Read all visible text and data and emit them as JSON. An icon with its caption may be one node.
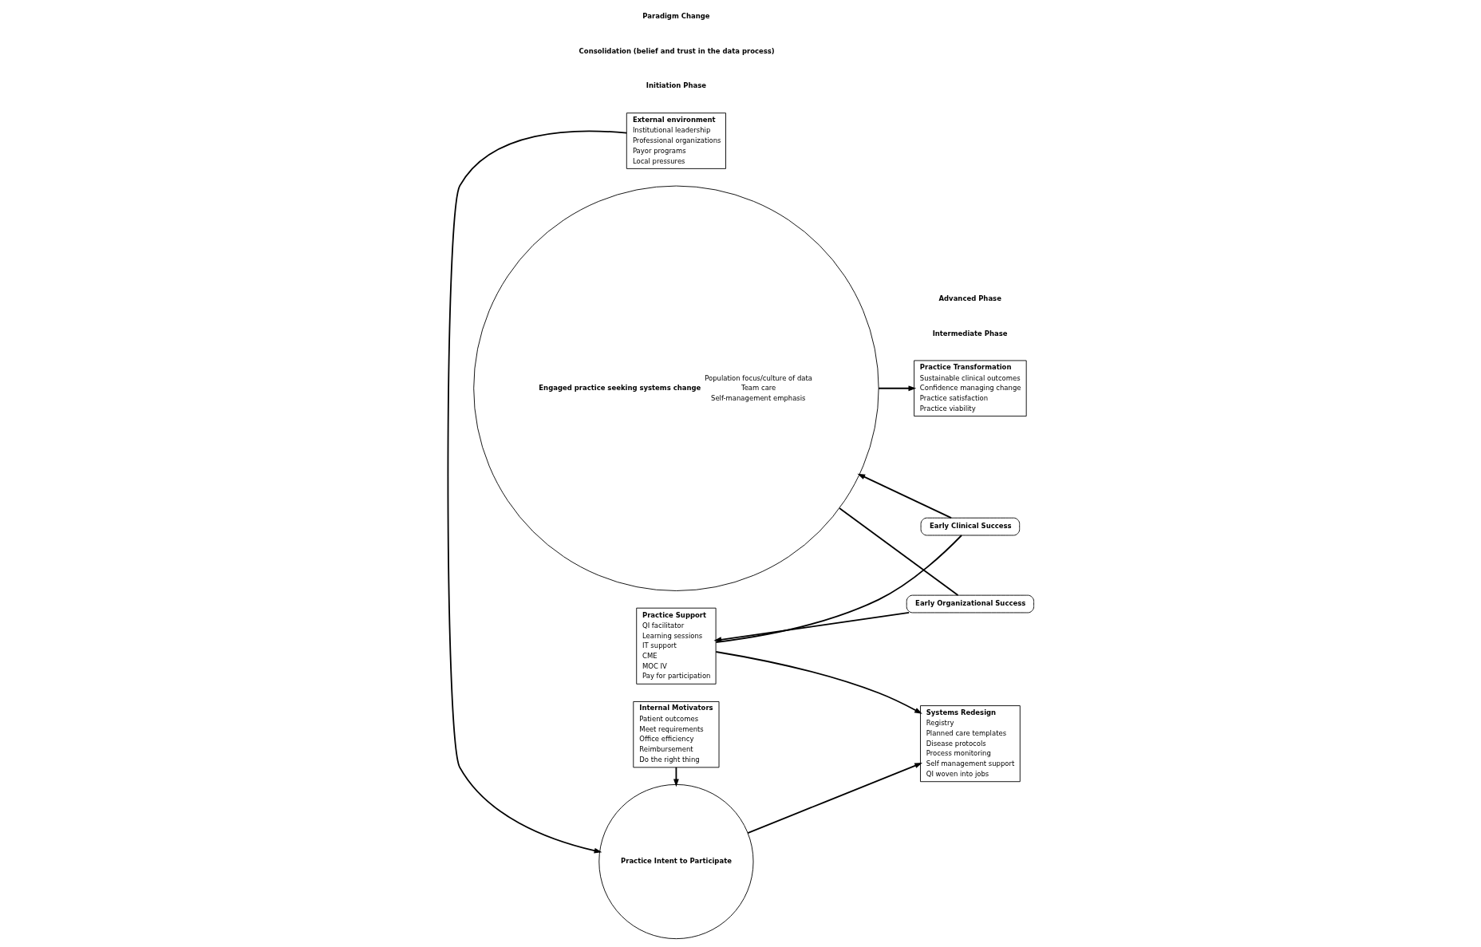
{
  "diagram": {
    "nodes": [
      {
        "text": [
          "External environment",
          "Institutional leadership",
          "Professional organizations",
          "Payor programs",
          "Local pressures"
        ]
      },
      {
        "text": [
          "Practice Support",
          "QI facilitator",
          "Learning sessions",
          "IT support",
          "CME",
          "MOC IV",
          "Pay for participation"
        ]
      },
      {
        "text": [
          "Early Organizational Success"
        ]
      },
      {
        "text": [
          "Practice Intent to Participate"
        ]
      },
      {
        "text": [
          "Systems Redesign",
          "Registry",
          "Planned care templates",
          "Disease protocols",
          "Process monitoring",
          "Self management support",
          "QI woven into jobs"
        ]
      },
      {
        "text": [
          "Engaged practice seeking systems change",
          "Population focus/culture of data",
          "Team care",
          "Self-management emphasis"
        ]
      },
      {
        "text": [
          "Practice Transformation",
          "Sustainable clinical outcomes",
          "Confidence managing change",
          "Practice satisfaction",
          "Practice viability"
        ]
      },
      {
        "text": [
          "Internal Motivators",
          "Patient outcomes",
          "Meet requirements",
          "Office efficiency",
          "Reimbursement",
          "Do the right thing"
        ]
      },
      {
        "text": [
          "Early Clinical Success"
        ]
      }
    ],
    "edges": [
      {
        "from": 0,
        "to": 3,
        "arrow": "to"
      },
      {
        "from": 7,
        "to": 3,
        "arrow": "to"
      },
      {
        "from": 3,
        "to": 4,
        "arrow": "to"
      },
      {
        "from": 1,
        "to": 4,
        "arrow": "to"
      },
      {
        "from": 5,
        "to": 2,
        "arrow": "none"
      },
      {
        "from": 2,
        "to": 1,
        "arrow": "to"
      },
      {
        "from": 1,
        "to": 8,
        "arrow": "none"
      },
      {
        "from": 8,
        "to": 5,
        "arrow": "to"
      },
      {
        "from": 5,
        "to": 6,
        "arrow": "to"
      }
    ],
    "labels": [
      "Initiation Phase",
      "Intermediate Phase",
      "Advanced Phase",
      "Consolidation (belief and trust in the data process)",
      "Paradigm Change"
    ]
  }
}
